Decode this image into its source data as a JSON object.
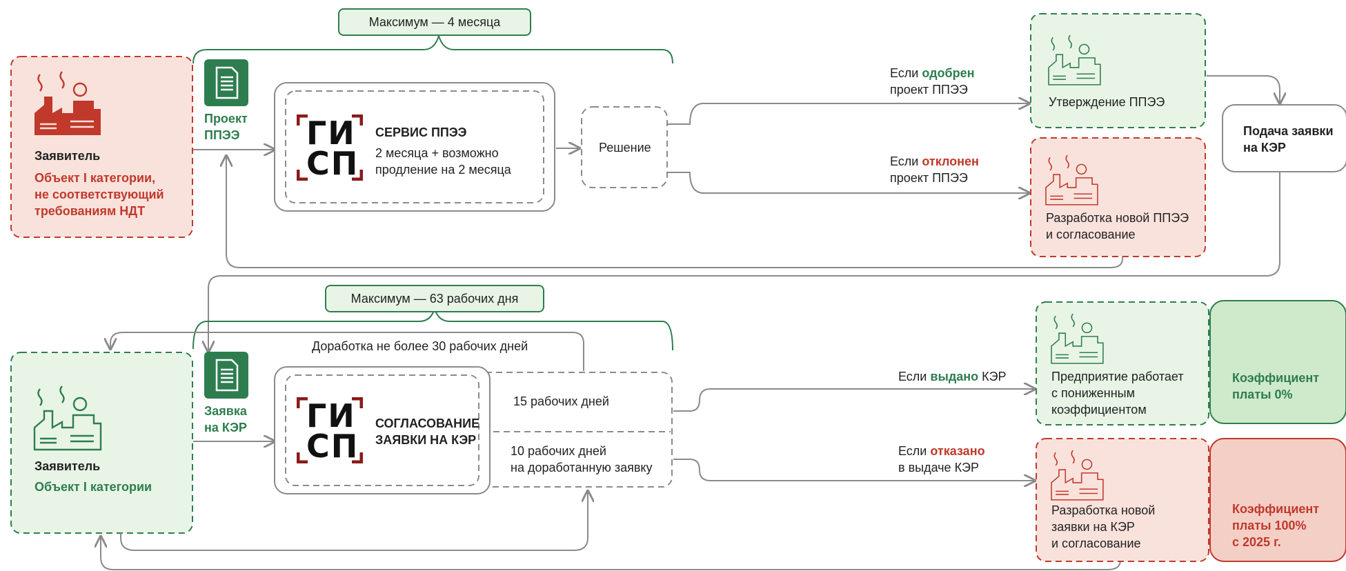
{
  "colors": {
    "green": "#2e7d4f",
    "red": "#c0392b",
    "green_bg": "#e8f5e6",
    "red_bg": "#f9e2dc",
    "line": "#8a8a8a"
  },
  "top": {
    "duration_label": "Максимум — 4 месяца",
    "applicant": {
      "title": "Заявитель",
      "desc": [
        "Объект I категории,",
        "не соответствующий",
        "требованиям НДТ"
      ]
    },
    "doc_label": [
      "Проект",
      "ППЭЭ"
    ],
    "gis_letters": [
      "ГИ",
      "СП"
    ],
    "service": {
      "title": "СЕРВИС ППЭЭ",
      "desc": [
        "2 месяца + возможно",
        "продление на 2 месяца"
      ]
    },
    "decision": "Решение",
    "approved_caption": {
      "prefix": "Если ",
      "keyword": "одобрен",
      "line2": "проект ППЭЭ"
    },
    "rejected_caption": {
      "prefix": "Если ",
      "keyword": "отклонен",
      "line2": "проект ППЭЭ"
    },
    "approval_box": "Утверждение ППЭЭ",
    "rework_box": [
      "Разработка новой ППЭЭ",
      "и согласование"
    ],
    "submit_box": [
      "Подача заявки",
      "на КЭР"
    ]
  },
  "bottom": {
    "duration_label": "Максимум — 63 рабочих дня",
    "rework_note": "Доработка не более 30 рабочих дней",
    "applicant": {
      "title": "Заявитель",
      "desc": "Объект I категории"
    },
    "doc_label": [
      "Заявка",
      "на КЭР"
    ],
    "gis_letters": [
      "ГИ",
      "СП"
    ],
    "service": {
      "title": [
        "СОГЛАСОВАНИЕ",
        "ЗАЯВКИ НА КЭР"
      ]
    },
    "days_first": "15 рабочих дней",
    "days_second": [
      "10 рабочих дней",
      "на доработанную заявку"
    ],
    "issued_caption": {
      "prefix": "Если ",
      "keyword": "выдано",
      "suffix": " КЭР"
    },
    "refused_caption": {
      "prefix": "Если ",
      "keyword": "отказано",
      "line2": "в выдаче КЭР"
    },
    "reduced_box": [
      "Предприятие работает",
      "с пониженным",
      "коэффициентом"
    ],
    "reduced_coef": [
      "Коэффициент",
      "платы 0%"
    ],
    "new_app_box": [
      "Разработка новой",
      "заявки на КЭР",
      "и согласование"
    ],
    "full_coef": [
      "Коэффициент",
      "платы 100%",
      "с 2025 г."
    ]
  }
}
